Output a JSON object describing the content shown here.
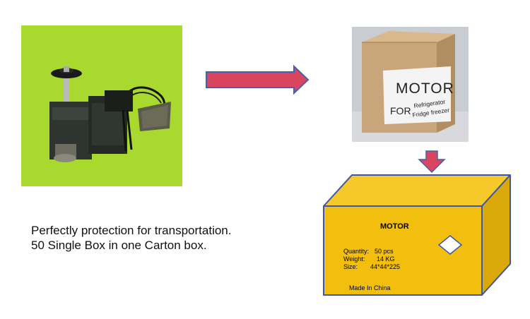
{
  "caption": {
    "line1": "Perfectly protection for transportation.",
    "line2": "50 Single Box in one Carton box."
  },
  "box_photo": {
    "label_title": "MOTOR",
    "label_for": "FOR",
    "label_line1": "Refrigerator",
    "label_line2": "Fridge freezer"
  },
  "carton": {
    "title": "MOTOR",
    "quantity_label": "Quantity:",
    "quantity_value": "50 pcs",
    "weight_label": "Weight:",
    "weight_value": "14 KG",
    "size_label": "Size:",
    "size_value": "44*44*225",
    "origin": "Made In China"
  },
  "colors": {
    "background": "#a3d62a",
    "arrow_fill": "#d9455f",
    "arrow_stroke": "#4a5fa8",
    "carton_front": "#f2bf0f",
    "carton_top": "#f5c92a",
    "carton_side": "#dba80a",
    "carton_edge": "#3e56a8",
    "cardboard": "#c8a57a"
  }
}
